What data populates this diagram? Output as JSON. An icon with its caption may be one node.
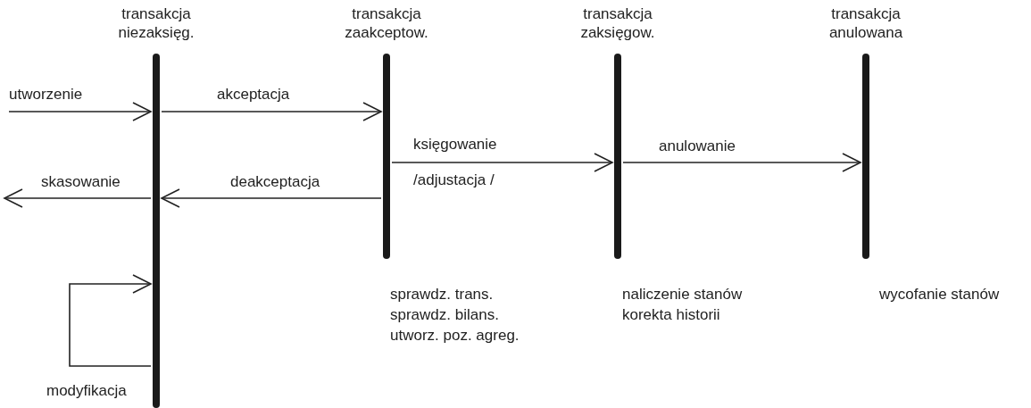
{
  "diagram": {
    "nodes": [
      {
        "text": [
          "transakcja niezaksięg."
        ]
      },
      {
        "text": [
          "transakcja zaakceptow."
        ],
        "beside": [
          "sprawdz. trans.",
          "sprawdz. bilans.",
          "utworz. poz. agreg."
        ]
      },
      {
        "text": [
          "transakcja zaksięgow."
        ],
        "beside": [
          "naliczenie stanów",
          "korekta historii"
        ]
      },
      {
        "text": [
          "transakcja anulowana"
        ],
        "beside": [
          "wycofanie stanów"
        ]
      }
    ],
    "edges": [
      {
        "from": null,
        "to": 0,
        "arrow": "to",
        "label": "utworzenie"
      },
      {
        "from": 0,
        "to": 1,
        "arrow": "to",
        "label": "akceptacja"
      },
      {
        "from": 1,
        "to": 2,
        "arrow": "to",
        "label": "księgowanie /adjustacja /"
      },
      {
        "from": 2,
        "to": 3,
        "arrow": "to",
        "label": "anulowanie"
      },
      {
        "from": 0,
        "to": null,
        "arrow": "to",
        "label": "skasowanie"
      },
      {
        "from": 1,
        "to": 0,
        "arrow": "to",
        "label": "deakceptacja"
      },
      {
        "from": 0,
        "to": 0,
        "arrow": "to",
        "label": "modyfikacja"
      }
    ]
  }
}
